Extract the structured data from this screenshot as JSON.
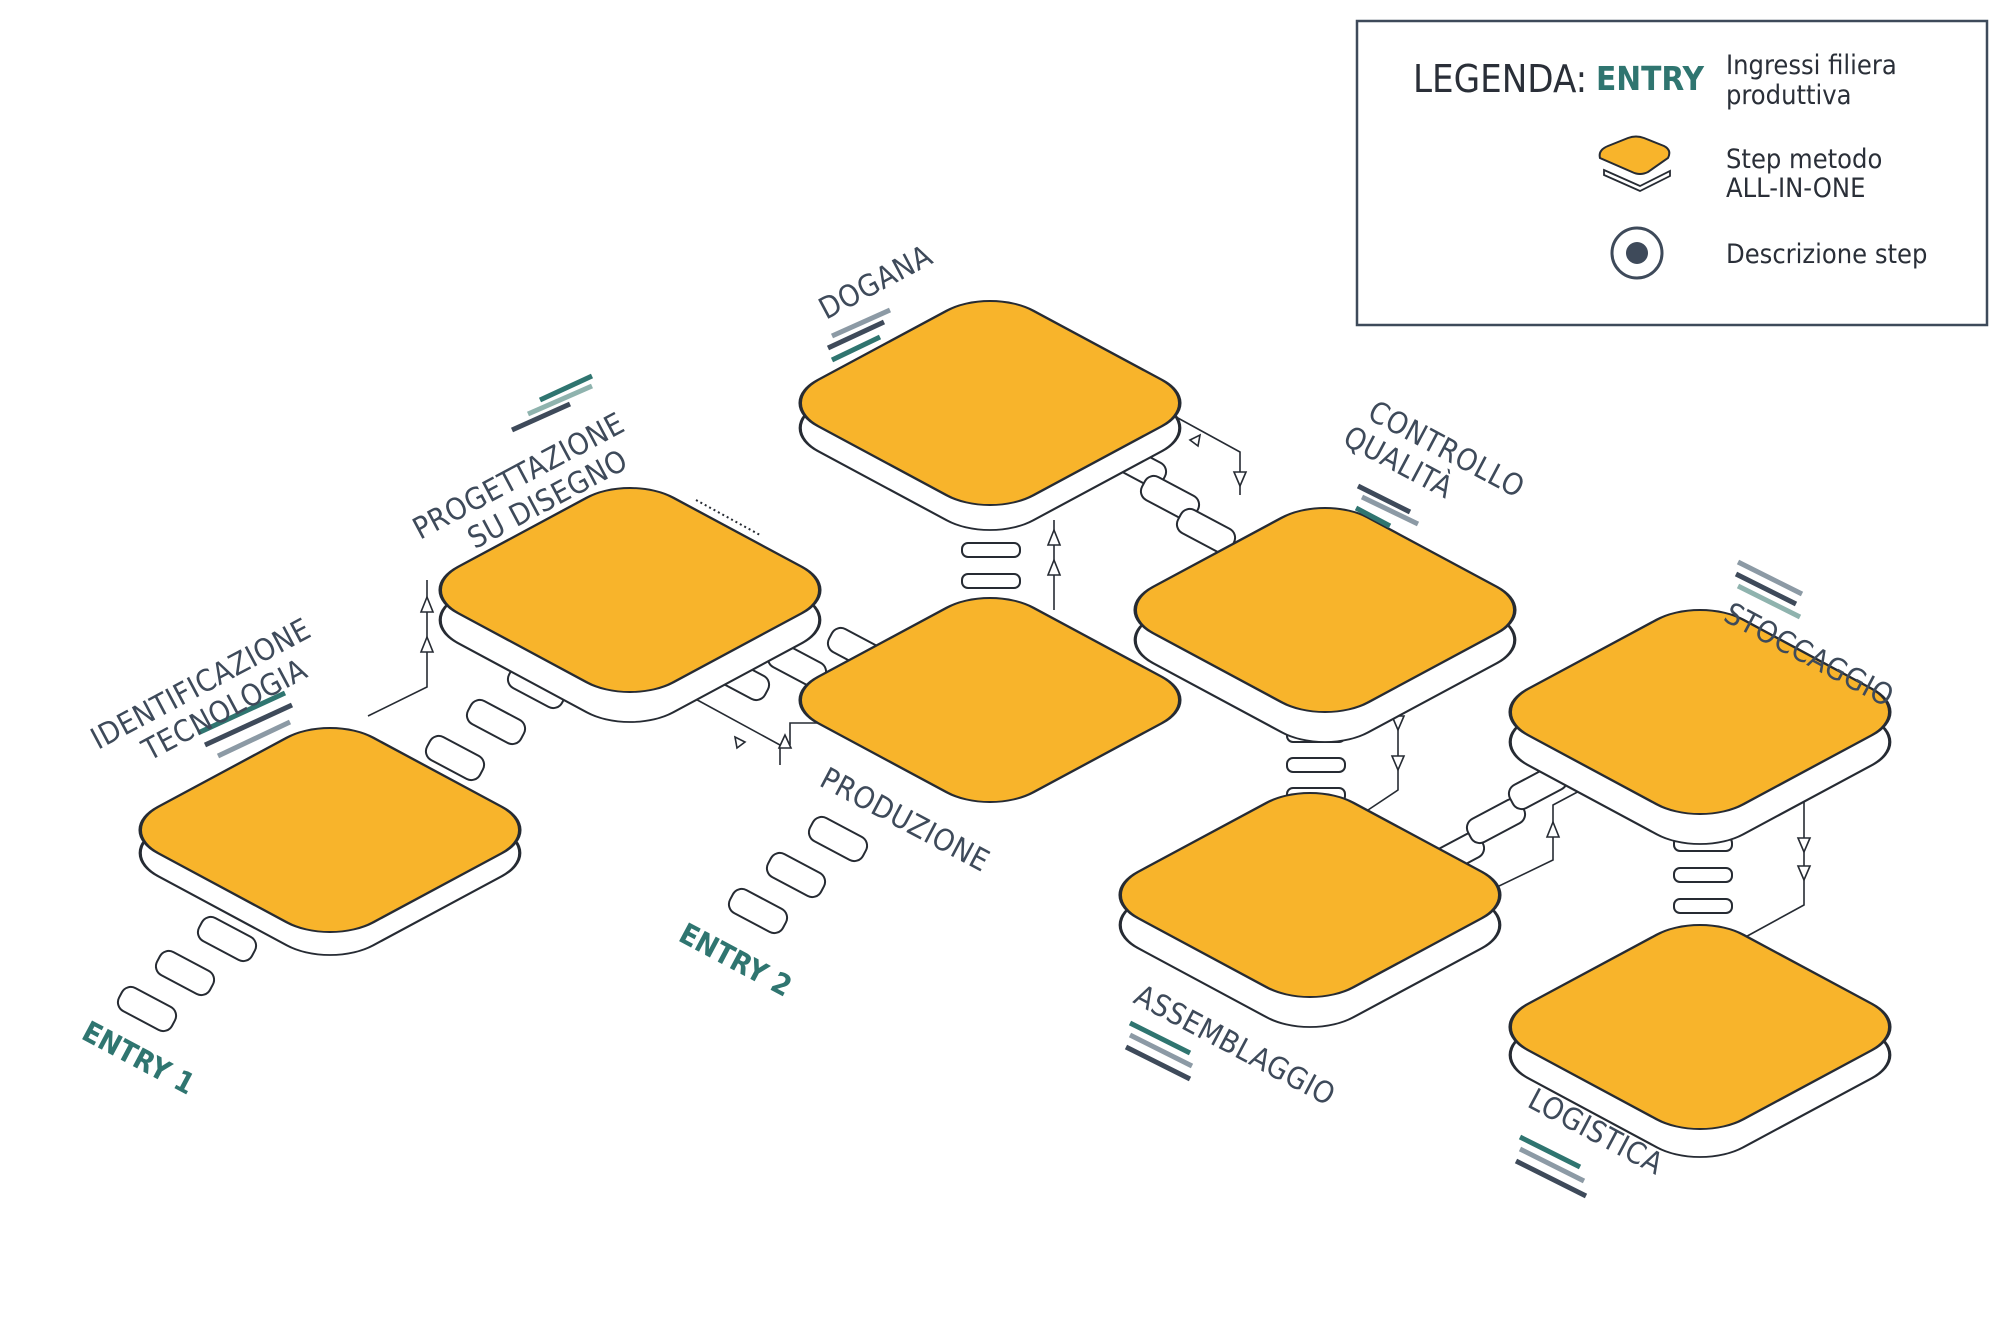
{
  "legend": {
    "title": "LEGENDA:",
    "entry_sample": "ENTRY",
    "entry_desc_1": "Ingressi filiera",
    "entry_desc_2": "produttiva",
    "step_desc_1": "Step metodo",
    "step_desc_2": "ALL-IN-ONE",
    "description_desc": "Descrizione step"
  },
  "steps": {
    "identificazione": [
      "IDENTIFICAZIONE",
      "TECNOLOGIA"
    ],
    "progettazione": [
      "PROGETTAZIONE",
      "SU DISEGNO"
    ],
    "dogana": "DOGANA",
    "produzione": "PRODUZIONE",
    "controllo": [
      "CONTROLLO",
      "QUALITÀ"
    ],
    "assemblaggio": "ASSEMBLAGGIO",
    "stoccaggio": "STOCCAGGIO",
    "logistica": "LOGISTICA"
  },
  "entries": {
    "entry1": "ENTRY 1",
    "entry2": "ENTRY 2"
  },
  "colors": {
    "tile_fill": "#f8b42b",
    "stroke": "#262b33",
    "entry_teal": "#2f7570",
    "text_slate": "#3e4a5a",
    "bar_grey": "#8c9aa5",
    "bar_light_teal": "#8fb3ae"
  }
}
